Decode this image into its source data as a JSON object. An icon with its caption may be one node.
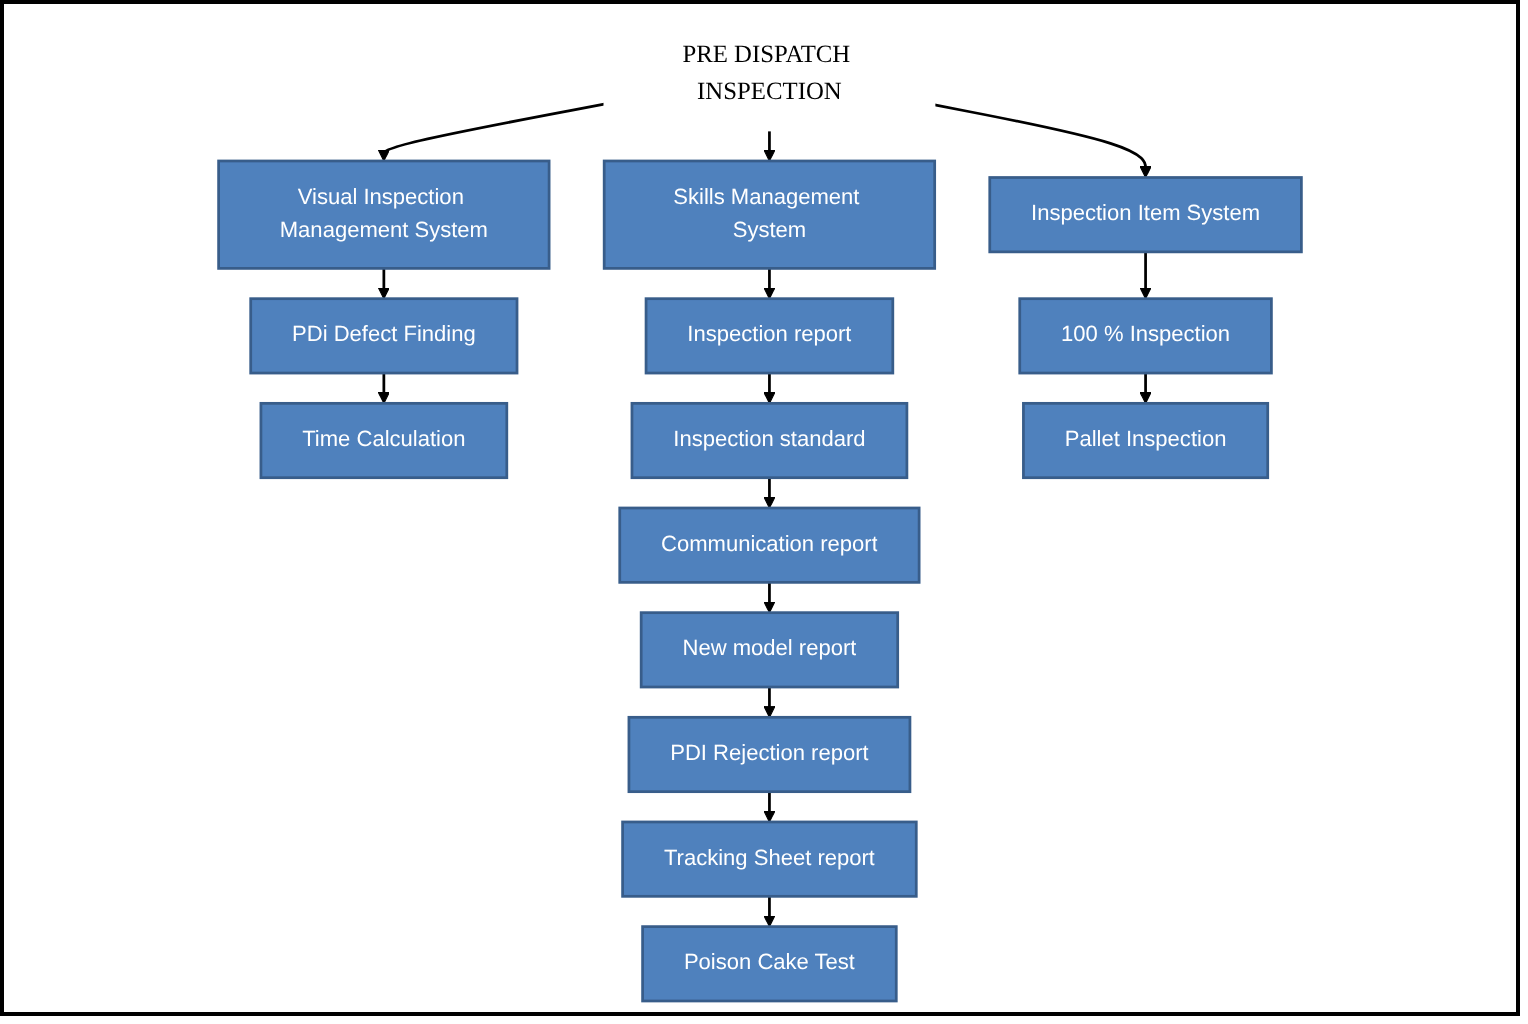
{
  "diagram": {
    "nodes": [
      {
        "text": [
          "PRE DISPATCH INSPECTION"
        ]
      },
      {
        "text": [
          "Visual Inspection Management System"
        ]
      },
      {
        "text": [
          "PDi Defect Finding"
        ]
      },
      {
        "text": [
          "Time Calculation"
        ]
      },
      {
        "text": [
          "Skills Management System"
        ]
      },
      {
        "text": [
          "Inspection report"
        ]
      },
      {
        "text": [
          "Inspection standard"
        ]
      },
      {
        "text": [
          "Communication report"
        ]
      },
      {
        "text": [
          "New model report"
        ]
      },
      {
        "text": [
          "PDI Rejection report"
        ]
      },
      {
        "text": [
          "Tracking Sheet report"
        ]
      },
      {
        "text": [
          "Poison Cake Test"
        ]
      },
      {
        "text": [
          "Inspection Item System"
        ]
      },
      {
        "text": [
          "100 % Inspection"
        ]
      },
      {
        "text": [
          "Pallet Inspection"
        ]
      }
    ],
    "edges": [
      {
        "from": 0,
        "to": 1,
        "arrow": "to"
      },
      {
        "from": 0,
        "to": 4,
        "arrow": "to"
      },
      {
        "from": 0,
        "to": 12,
        "arrow": "to"
      },
      {
        "from": 1,
        "to": 2,
        "arrow": "to"
      },
      {
        "from": 2,
        "to": 3,
        "arrow": "to"
      },
      {
        "from": 4,
        "to": 5,
        "arrow": "to"
      },
      {
        "from": 5,
        "to": 6,
        "arrow": "to"
      },
      {
        "from": 6,
        "to": 7,
        "arrow": "to"
      },
      {
        "from": 7,
        "to": 8,
        "arrow": "to"
      },
      {
        "from": 8,
        "to": 9,
        "arrow": "to"
      },
      {
        "from": 9,
        "to": 10,
        "arrow": "to"
      },
      {
        "from": 10,
        "to": 11,
        "arrow": "to"
      },
      {
        "from": 12,
        "to": 13,
        "arrow": "to"
      },
      {
        "from": 13,
        "to": 14,
        "arrow": "to"
      }
    ]
  }
}
